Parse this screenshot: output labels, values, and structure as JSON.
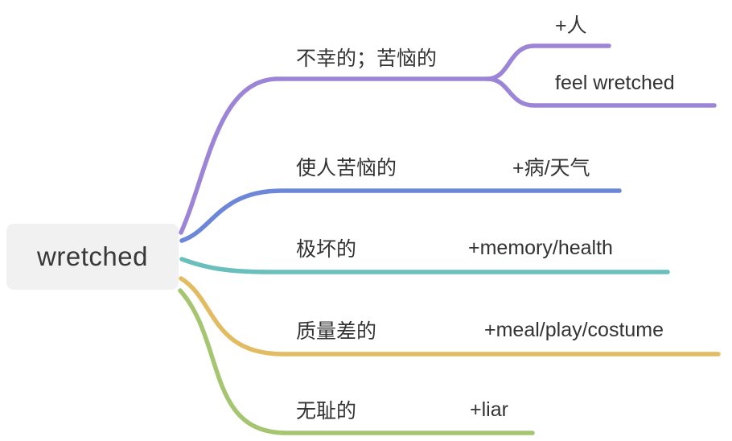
{
  "root": {
    "label": "wretched",
    "bg_color": "#f1f1f2",
    "text_color": "#383838"
  },
  "branches": [
    {
      "label": "不幸的；苦恼的",
      "color": "#9c85d6",
      "children": [
        {
          "label": "+人"
        },
        {
          "label": "feel wretched"
        }
      ]
    },
    {
      "label": "使人苦恼的",
      "color": "#6c86d8",
      "children": [
        {
          "label": "+病/天气"
        }
      ]
    },
    {
      "label": "极坏的",
      "color": "#68bfbc",
      "children": [
        {
          "label": "+memory/health"
        }
      ]
    },
    {
      "label": "质量差的",
      "color": "#e2bc62",
      "children": [
        {
          "label": "+meal/play/costume"
        }
      ]
    },
    {
      "label": "无耻的",
      "color": "#a5c571",
      "children": [
        {
          "label": "+liar"
        }
      ]
    }
  ]
}
